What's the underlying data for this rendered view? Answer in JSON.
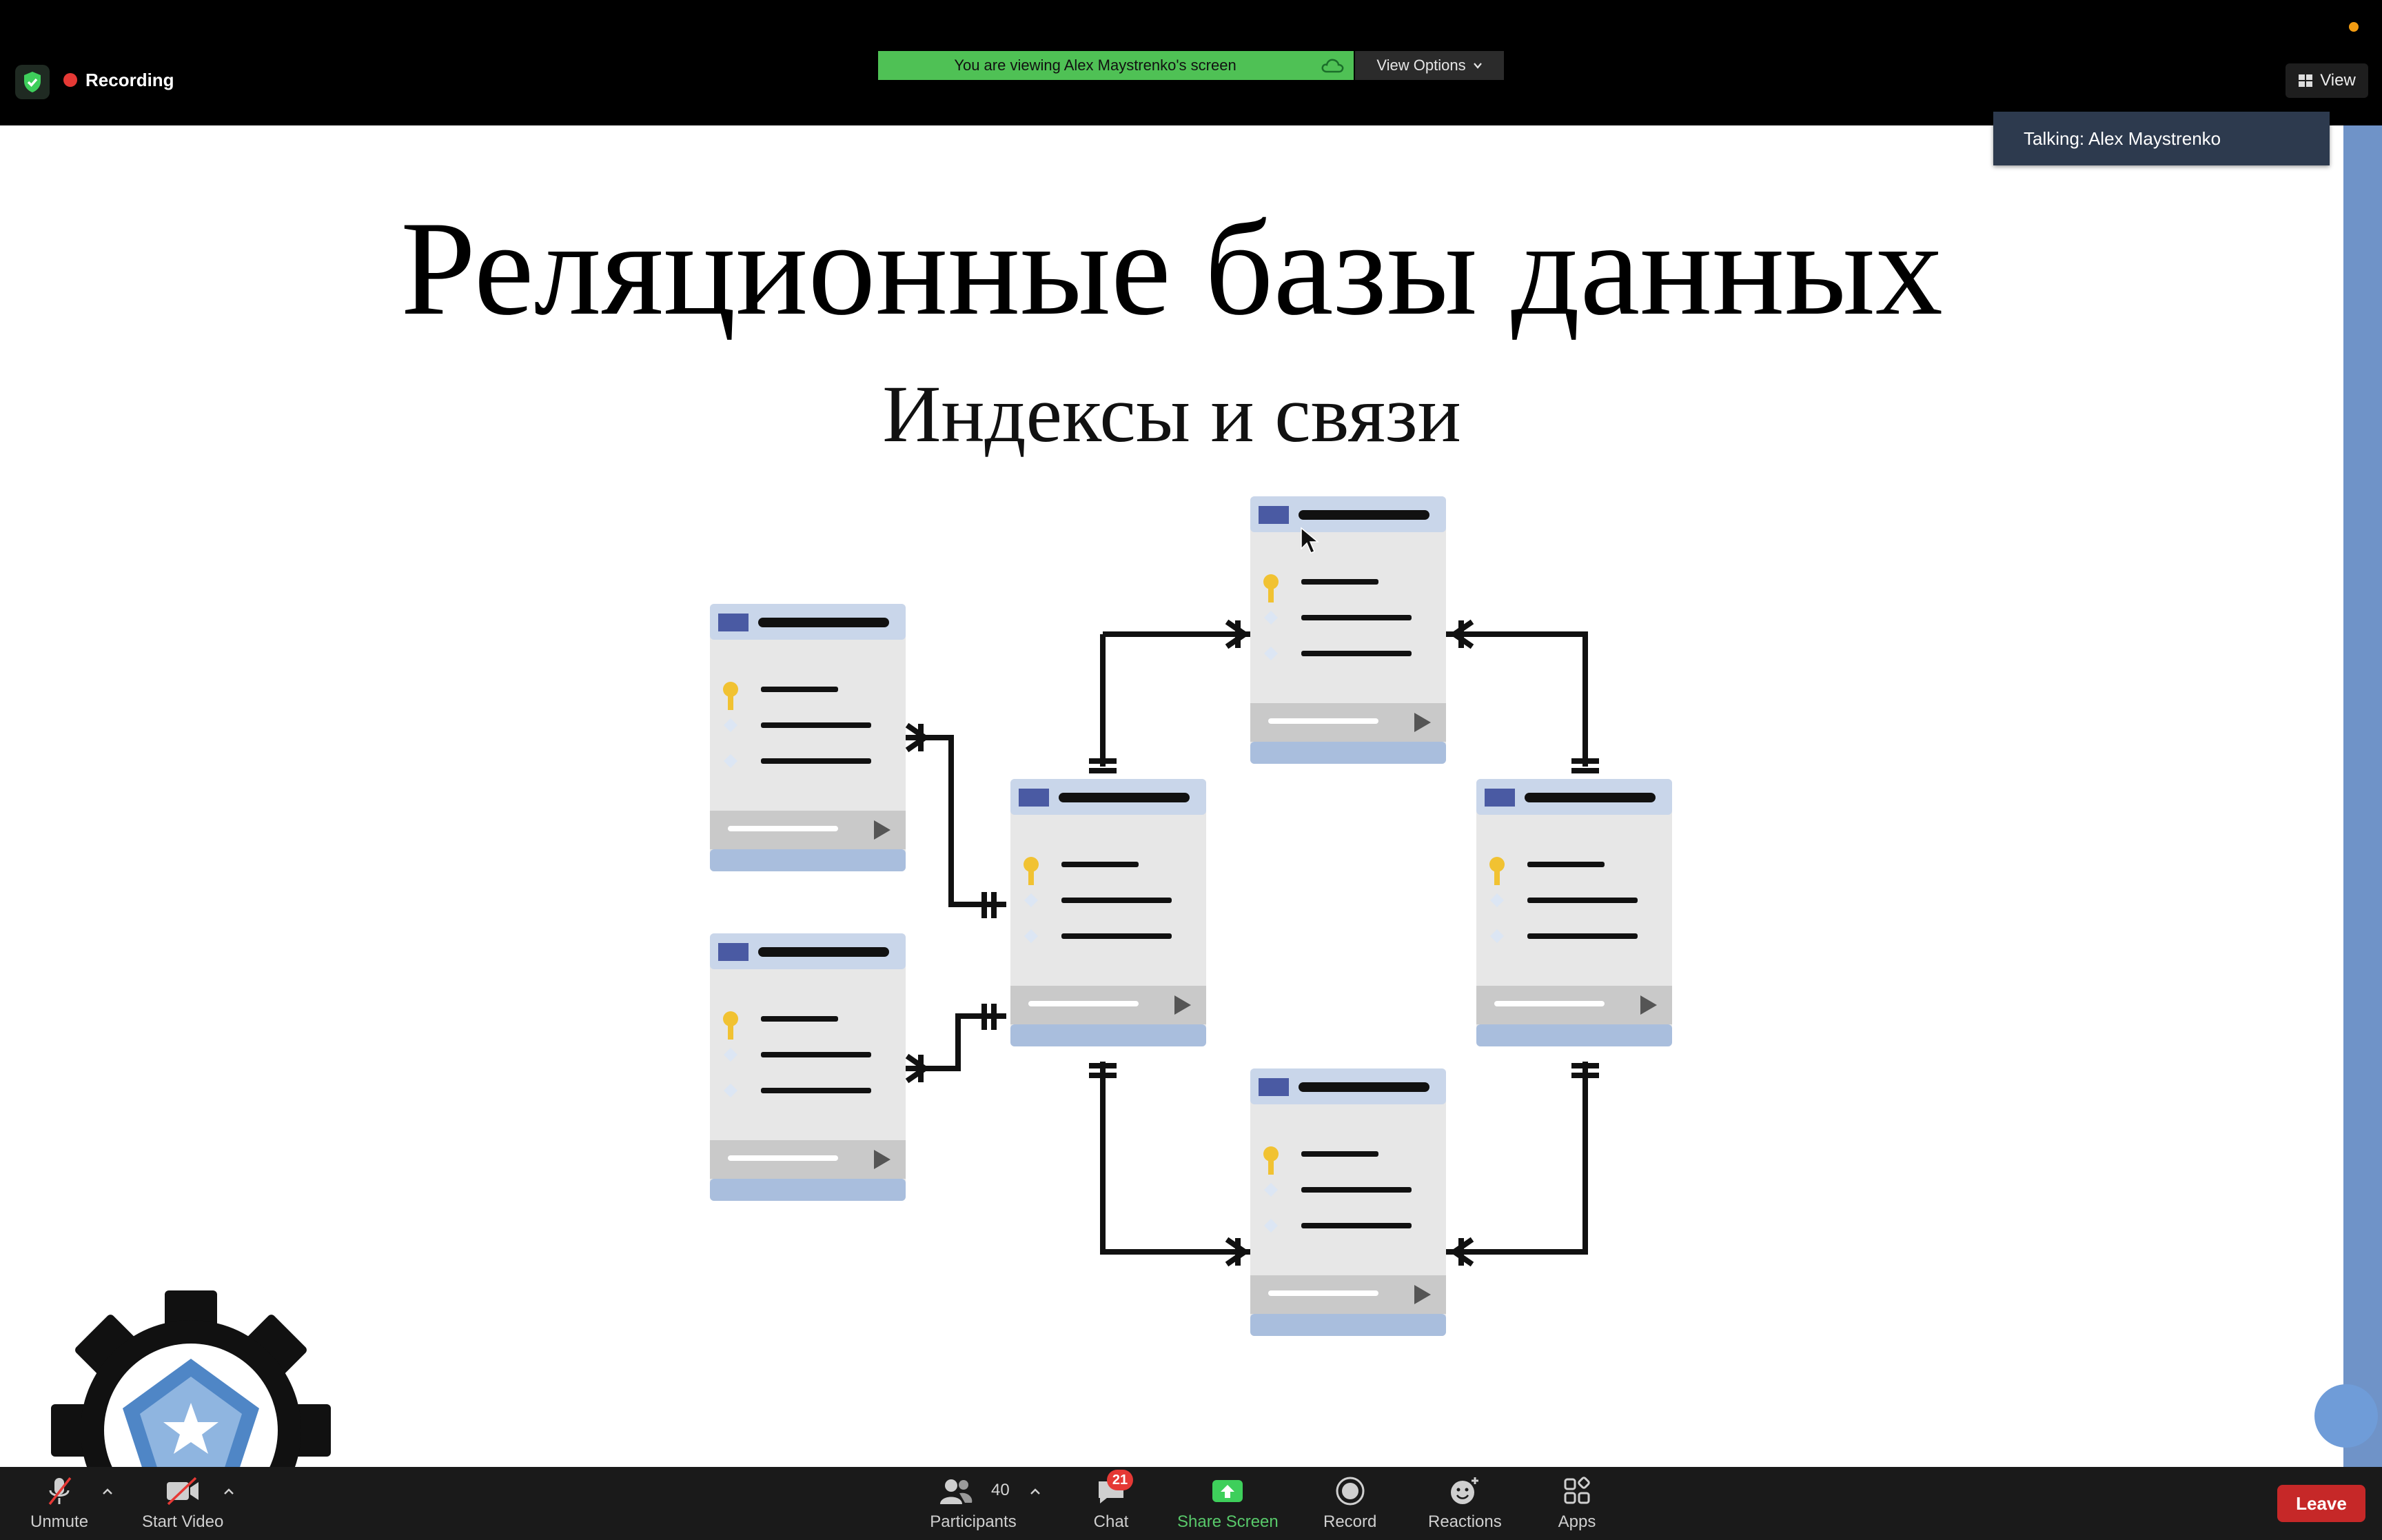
{
  "top_bar": {
    "recording_label": "Recording",
    "viewing_banner": "You are viewing Alex Maystrenko's screen",
    "view_options_label": "View Options",
    "view_label": "View",
    "talking_label": "Talking: Alex Maystrenko"
  },
  "slide": {
    "title": "Реляционные базы данных",
    "subtitle": "Индексы и связи"
  },
  "toolbar": {
    "unmute": "Unmute",
    "start_video": "Start Video",
    "participants": "Participants",
    "participants_count": "40",
    "chat": "Chat",
    "chat_badge": "21",
    "share_screen": "Share Screen",
    "record": "Record",
    "reactions": "Reactions",
    "apps": "Apps",
    "leave": "Leave"
  },
  "colors": {
    "banner_green": "#4fc155",
    "recording_red": "#e53935",
    "leave_red": "#c62828",
    "table_header": "#c9d6ea",
    "table_footer": "#a9bedd",
    "table_body": "#e7e7e7",
    "table_flag": "#4a5aa3",
    "key_yellow": "#f1c232"
  }
}
